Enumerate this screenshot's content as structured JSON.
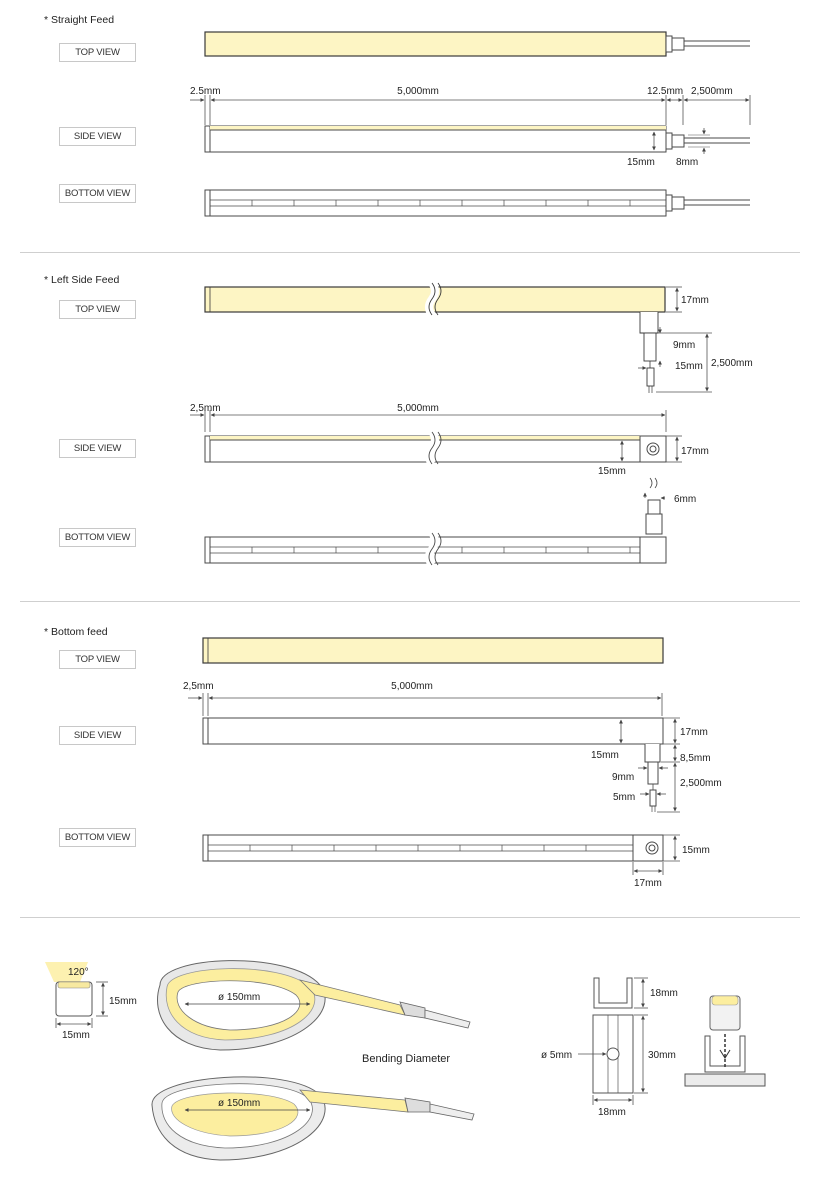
{
  "colors": {
    "led": "#fdf5c4",
    "outline": "#4a4a4a",
    "divider": "#cfcfcf",
    "dim": "#555555"
  },
  "sections": [
    {
      "title": "* Straight Feed"
    },
    {
      "title": "* Left Side Feed"
    },
    {
      "title": "*  Bottom feed"
    }
  ],
  "views": {
    "top": "TOP VIEW",
    "side": "SIDE VIEW",
    "bottom": "BOTTOM VIEW"
  },
  "straight": {
    "d1": "2.5mm",
    "d2": "5,000mm",
    "d3": "12.5mm",
    "d4": "2,500mm",
    "d5": "15mm",
    "d6": "8mm"
  },
  "left": {
    "d1": "2,5mm",
    "d2": "5,000mm",
    "d3": "17mm",
    "d4": "9mm",
    "d5": "15mm",
    "d6": "2,500mm",
    "d7": "17mm",
    "d8": "15mm",
    "d9": "6mm"
  },
  "bottom": {
    "d1": "2,5mm",
    "d2": "5,000mm",
    "d3": "17mm",
    "d4": "15mm",
    "d5": "8,5mm",
    "d6": "9mm",
    "d7": "2,500mm",
    "d8": "5mm",
    "d9": "15mm",
    "d10": "17mm"
  },
  "profile": {
    "angle": "120°",
    "h": "15mm",
    "w": "15mm"
  },
  "bend": {
    "d1": "ø 150mm",
    "d2": "ø 150mm",
    "caption": "Bending Diameter"
  },
  "clip": {
    "h1": "18mm",
    "h2": "30mm",
    "hole": "ø 5mm",
    "w": "18mm"
  }
}
